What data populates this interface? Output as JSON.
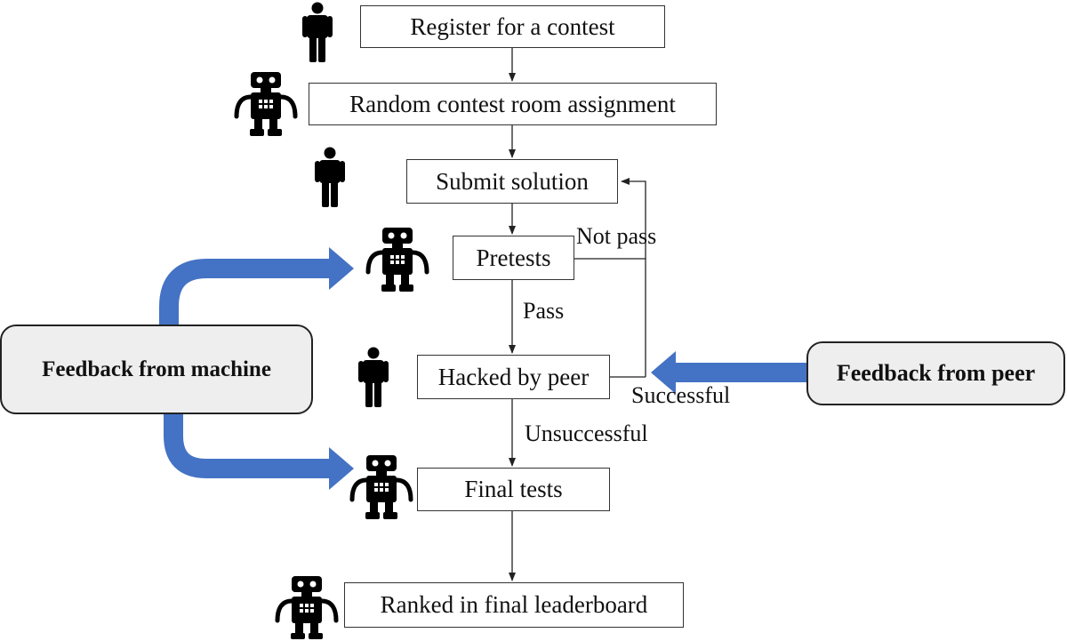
{
  "steps": {
    "register": "Register for a contest",
    "room_assignment": "Random contest room assignment",
    "submit": "Submit solution",
    "pretests": "Pretests",
    "hacked": "Hacked by peer",
    "final_tests": "Final tests",
    "ranked": "Ranked in final leaderboard"
  },
  "edge_labels": {
    "not_pass": "Not pass",
    "pass": "Pass",
    "successful": "Successful",
    "unsuccessful": "Unsuccessful"
  },
  "feedback": {
    "machine": "Feedback from machine",
    "peer": "Feedback from peer"
  },
  "actors": [
    {
      "step": "register",
      "icon": "person-icon"
    },
    {
      "step": "room_assignment",
      "icon": "robot-icon"
    },
    {
      "step": "submit",
      "icon": "person-icon"
    },
    {
      "step": "pretests",
      "icon": "robot-icon"
    },
    {
      "step": "hacked",
      "icon": "person-icon"
    },
    {
      "step": "final_tests",
      "icon": "robot-icon"
    },
    {
      "step": "ranked",
      "icon": "robot-icon"
    }
  ],
  "colors": {
    "feedback_arrow": "#4472C4",
    "feedback_box": "#eeeeee",
    "icon": "#000000"
  }
}
